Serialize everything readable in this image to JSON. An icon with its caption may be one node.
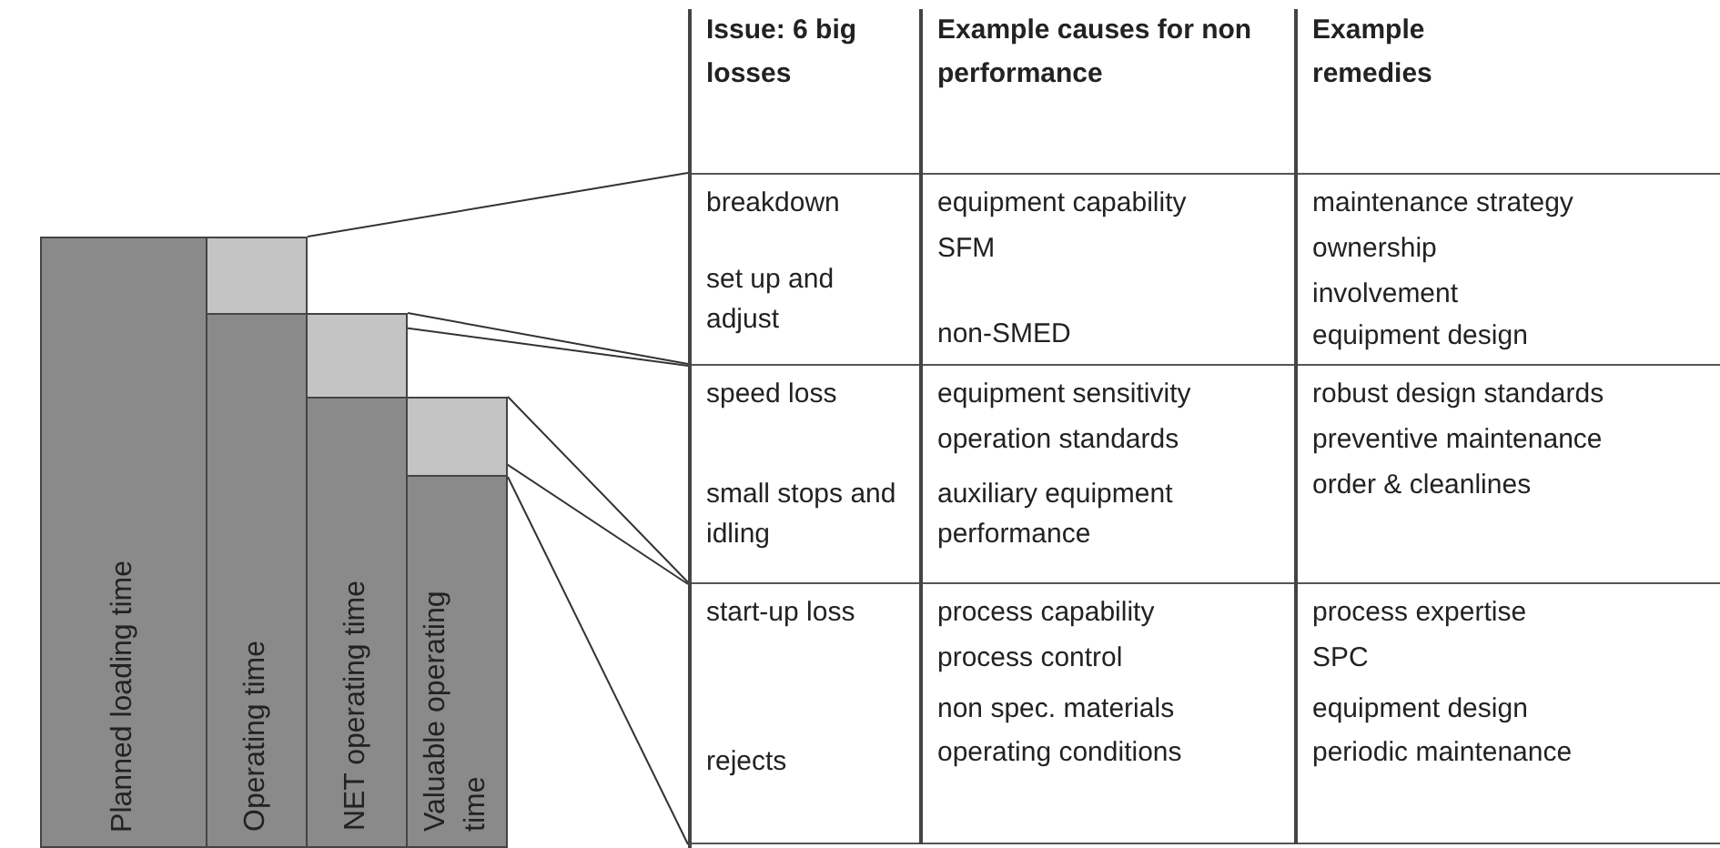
{
  "diagram": {
    "nodes": [
      {
        "text": [
          "Planned loading time"
        ]
      },
      {
        "text": [],
        "shape": "box"
      },
      {
        "text": [
          "Operating time"
        ]
      },
      {
        "text": [],
        "shape": "box"
      },
      {
        "text": [
          "NET operating time"
        ]
      },
      {
        "text": [],
        "shape": "box"
      },
      {
        "text": [
          "Valuable operating time"
        ]
      },
      {
        "text": [
          "breakdown",
          "set up and adjust",
          "equipment capability",
          "SFM",
          "non-SMED",
          "maintenance strategy",
          "ownership",
          "involvement",
          "equipment design"
        ]
      },
      {
        "text": [
          "speed loss",
          "small stops and idling",
          "equipment sensitivity",
          "operation standards",
          "auxiliary equipment performance",
          "robust design standards",
          "preventive maintenance",
          "order & cleanlines"
        ]
      },
      {
        "text": [
          "start-up loss",
          "rejects",
          "process capability",
          "process control",
          "non spec. materials",
          "operating conditions",
          "process expertise",
          "SPC",
          "equipment design",
          "periodic maintenance"
        ]
      }
    ],
    "edges": [
      {
        "from": 1,
        "to": 7,
        "arrow": "none"
      },
      {
        "from": 1,
        "to": 7,
        "arrow": "none"
      },
      {
        "from": 3,
        "to": 8,
        "arrow": "none"
      },
      {
        "from": 3,
        "to": 8,
        "arrow": "none"
      },
      {
        "from": 5,
        "to": 9,
        "arrow": "none"
      },
      {
        "from": 5,
        "to": 9,
        "arrow": "none"
      }
    ],
    "labels": [
      "Issue: 6 big losses",
      "Example causes for non performance",
      "Example remedies"
    ]
  }
}
